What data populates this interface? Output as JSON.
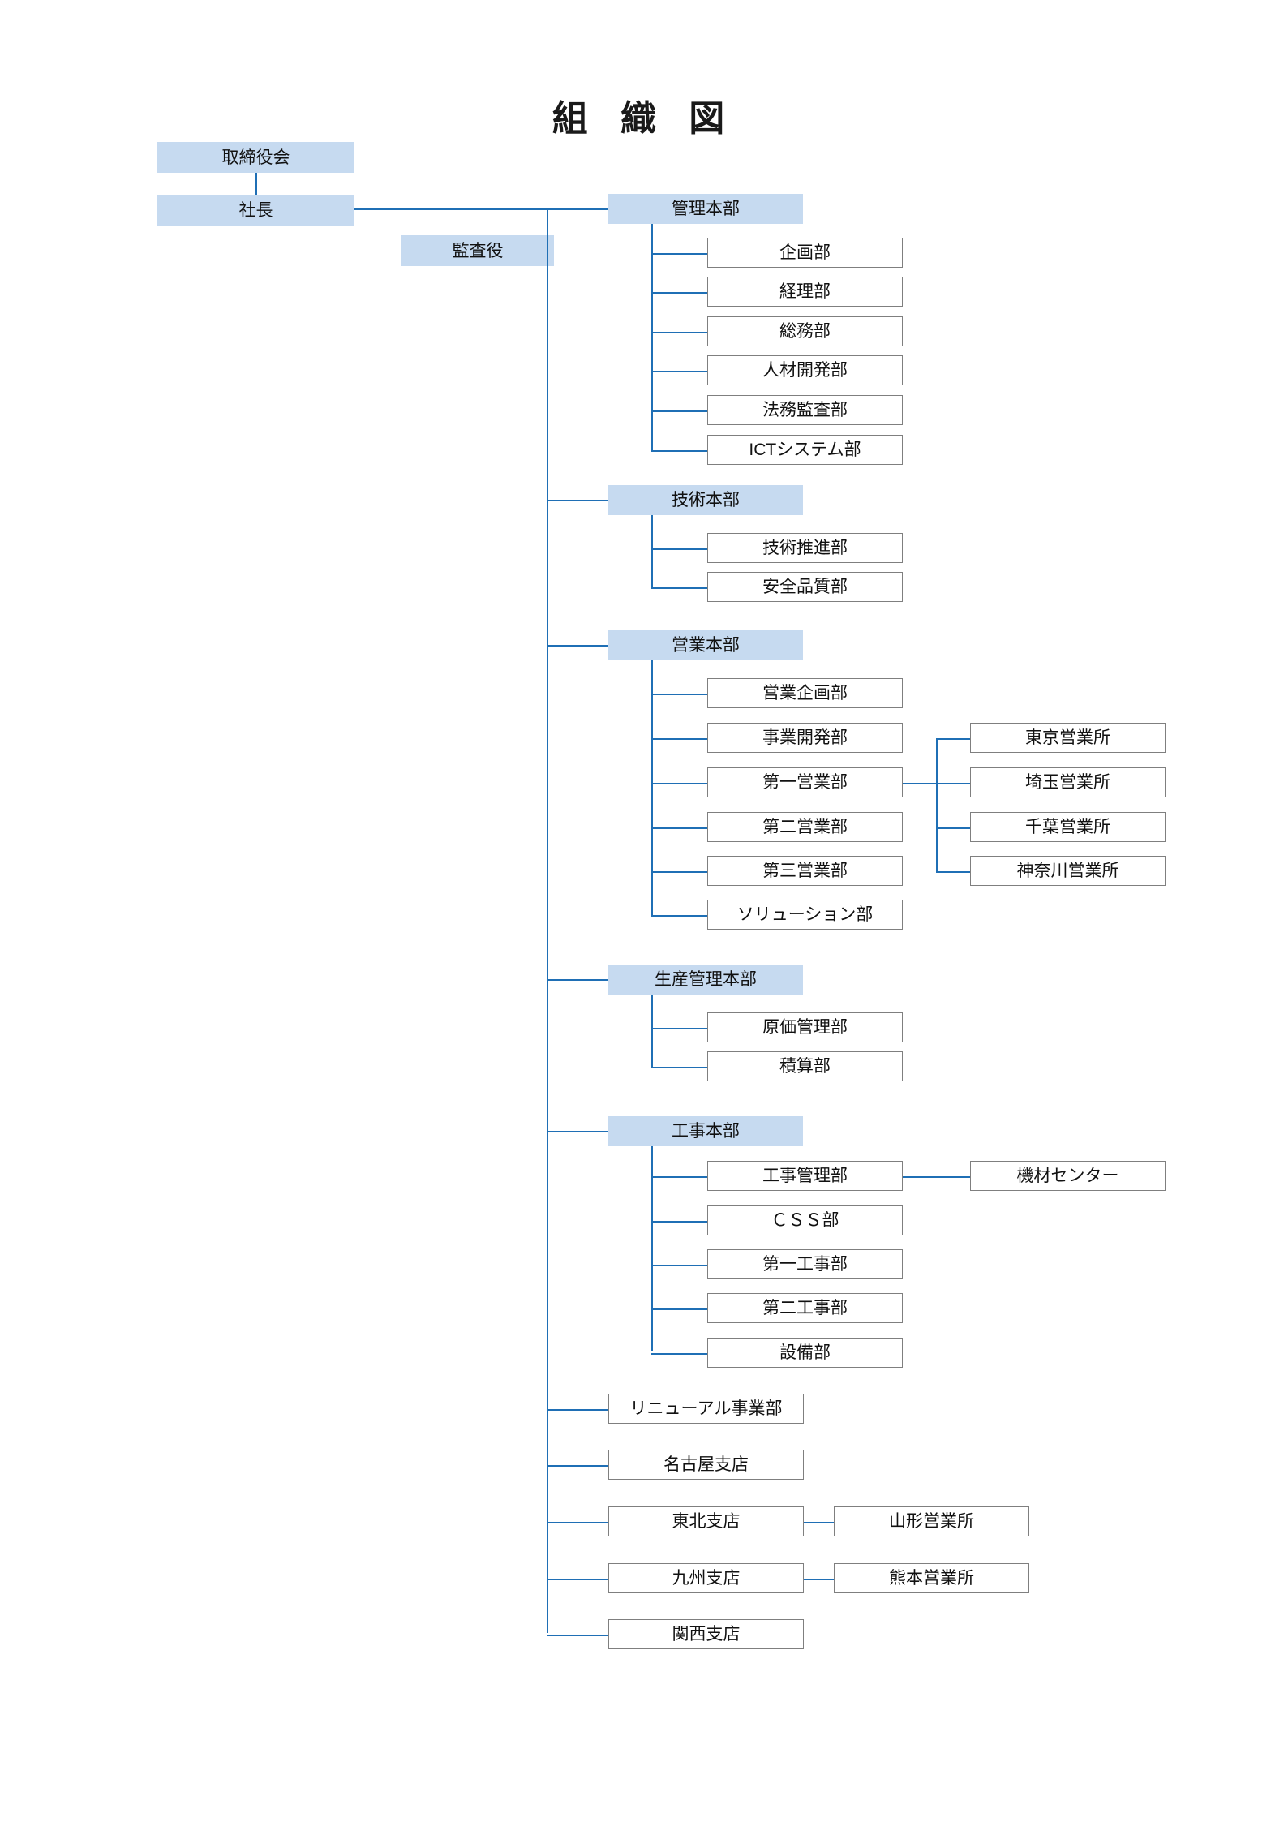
{
  "title": "組 織 図",
  "colors": {
    "hq_fill": "#c6daf0",
    "dept_border": "#7f7f7f",
    "dept_fill": "#ffffff",
    "connector": "#1f6fb5",
    "title_text": "#1a1a1a"
  },
  "executive": {
    "board": "取締役会",
    "president": "社長",
    "auditor": "監査役"
  },
  "divisions": [
    {
      "name": "管理本部",
      "departments": [
        {
          "name": "企画部"
        },
        {
          "name": "経理部"
        },
        {
          "name": "総務部"
        },
        {
          "name": "人材開発部"
        },
        {
          "name": "法務監査部"
        },
        {
          "name": "ICTシステム部"
        }
      ]
    },
    {
      "name": "技術本部",
      "departments": [
        {
          "name": "技術推進部"
        },
        {
          "name": "安全品質部"
        }
      ]
    },
    {
      "name": "営業本部",
      "departments": [
        {
          "name": "営業企画部"
        },
        {
          "name": "事業開発部"
        },
        {
          "name": "第一営業部"
        },
        {
          "name": "第二営業部"
        },
        {
          "name": "第三営業部"
        },
        {
          "name": "ソリューション部"
        }
      ],
      "offices": [
        {
          "name": "東京営業所"
        },
        {
          "name": "埼玉営業所"
        },
        {
          "name": "千葉営業所"
        },
        {
          "name": "神奈川営業所"
        }
      ]
    },
    {
      "name": "生産管理本部",
      "departments": [
        {
          "name": "原価管理部"
        },
        {
          "name": "積算部"
        }
      ]
    },
    {
      "name": "工事本部",
      "departments": [
        {
          "name": "工事管理部"
        },
        {
          "name": "ＣＳＳ部"
        },
        {
          "name": "第一工事部"
        },
        {
          "name": "第二工事部"
        },
        {
          "name": "設備部"
        }
      ],
      "offices": [
        {
          "name": "機材センター"
        }
      ]
    }
  ],
  "branches": [
    {
      "name": "リニューアル事業部",
      "office": null
    },
    {
      "name": "名古屋支店",
      "office": null
    },
    {
      "name": "東北支店",
      "office": "山形営業所"
    },
    {
      "name": "九州支店",
      "office": "熊本営業所"
    },
    {
      "name": "関西支店",
      "office": null
    }
  ]
}
